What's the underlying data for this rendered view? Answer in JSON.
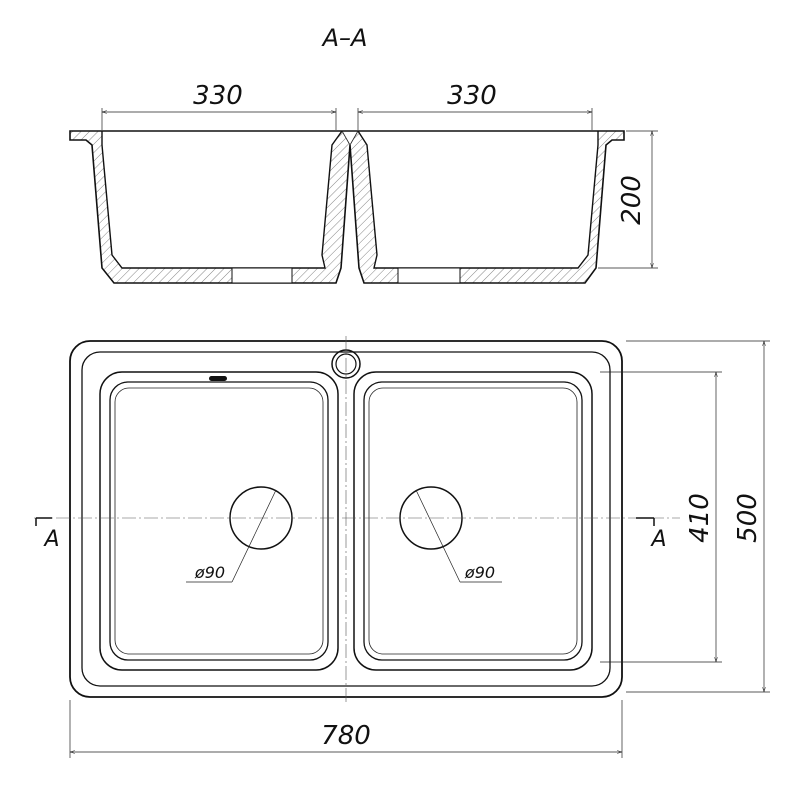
{
  "section_label": "A–A",
  "section_marker": "A",
  "dimensions": {
    "bowl_width_left": "330",
    "bowl_width_right": "330",
    "depth": "200",
    "total_width": "780",
    "total_depth": "500",
    "bowl_depth": "410",
    "drain_left": "ø90",
    "drain_right": "ø90"
  },
  "colors": {
    "line": "#111111",
    "background": "#ffffff"
  }
}
